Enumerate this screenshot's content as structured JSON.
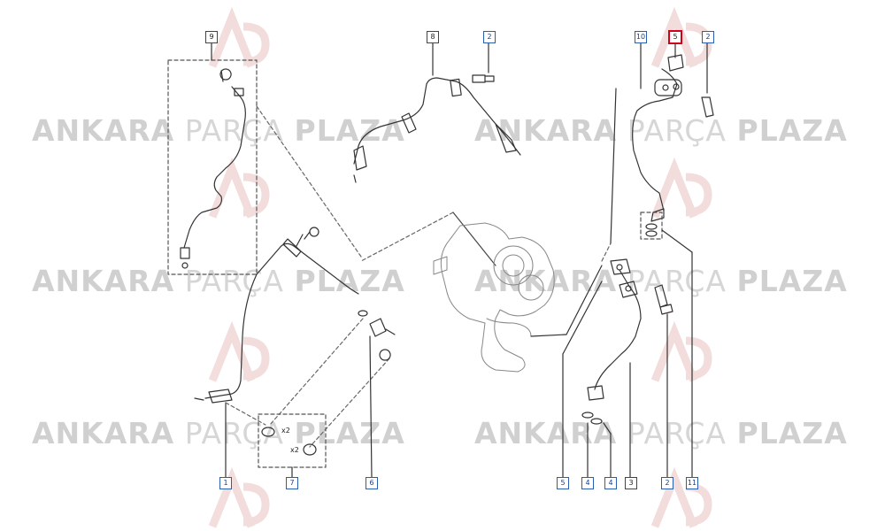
{
  "watermark": {
    "word1": "ANKARA",
    "word2": "PARÇA",
    "word3": "PLAZA"
  },
  "callouts": {
    "c9_group": "9",
    "c8_top": "8",
    "c2_top": "2",
    "c10": "10",
    "c5_highlight": "5",
    "c2_topright": "2",
    "c1": "1",
    "c7": "7",
    "c6": "6",
    "c5_bottom": "5",
    "c4_a": "4",
    "c4_b": "4",
    "c3": "3",
    "c2_bottom": "2",
    "c11": "11"
  },
  "quantities": {
    "oring_qty": "x2",
    "washer_qty": "x2"
  },
  "colors": {
    "highlight": "#d0021b",
    "callout_border": "#2a5fb0",
    "line": "#333333",
    "watermark_red": "#e8b5b5"
  }
}
